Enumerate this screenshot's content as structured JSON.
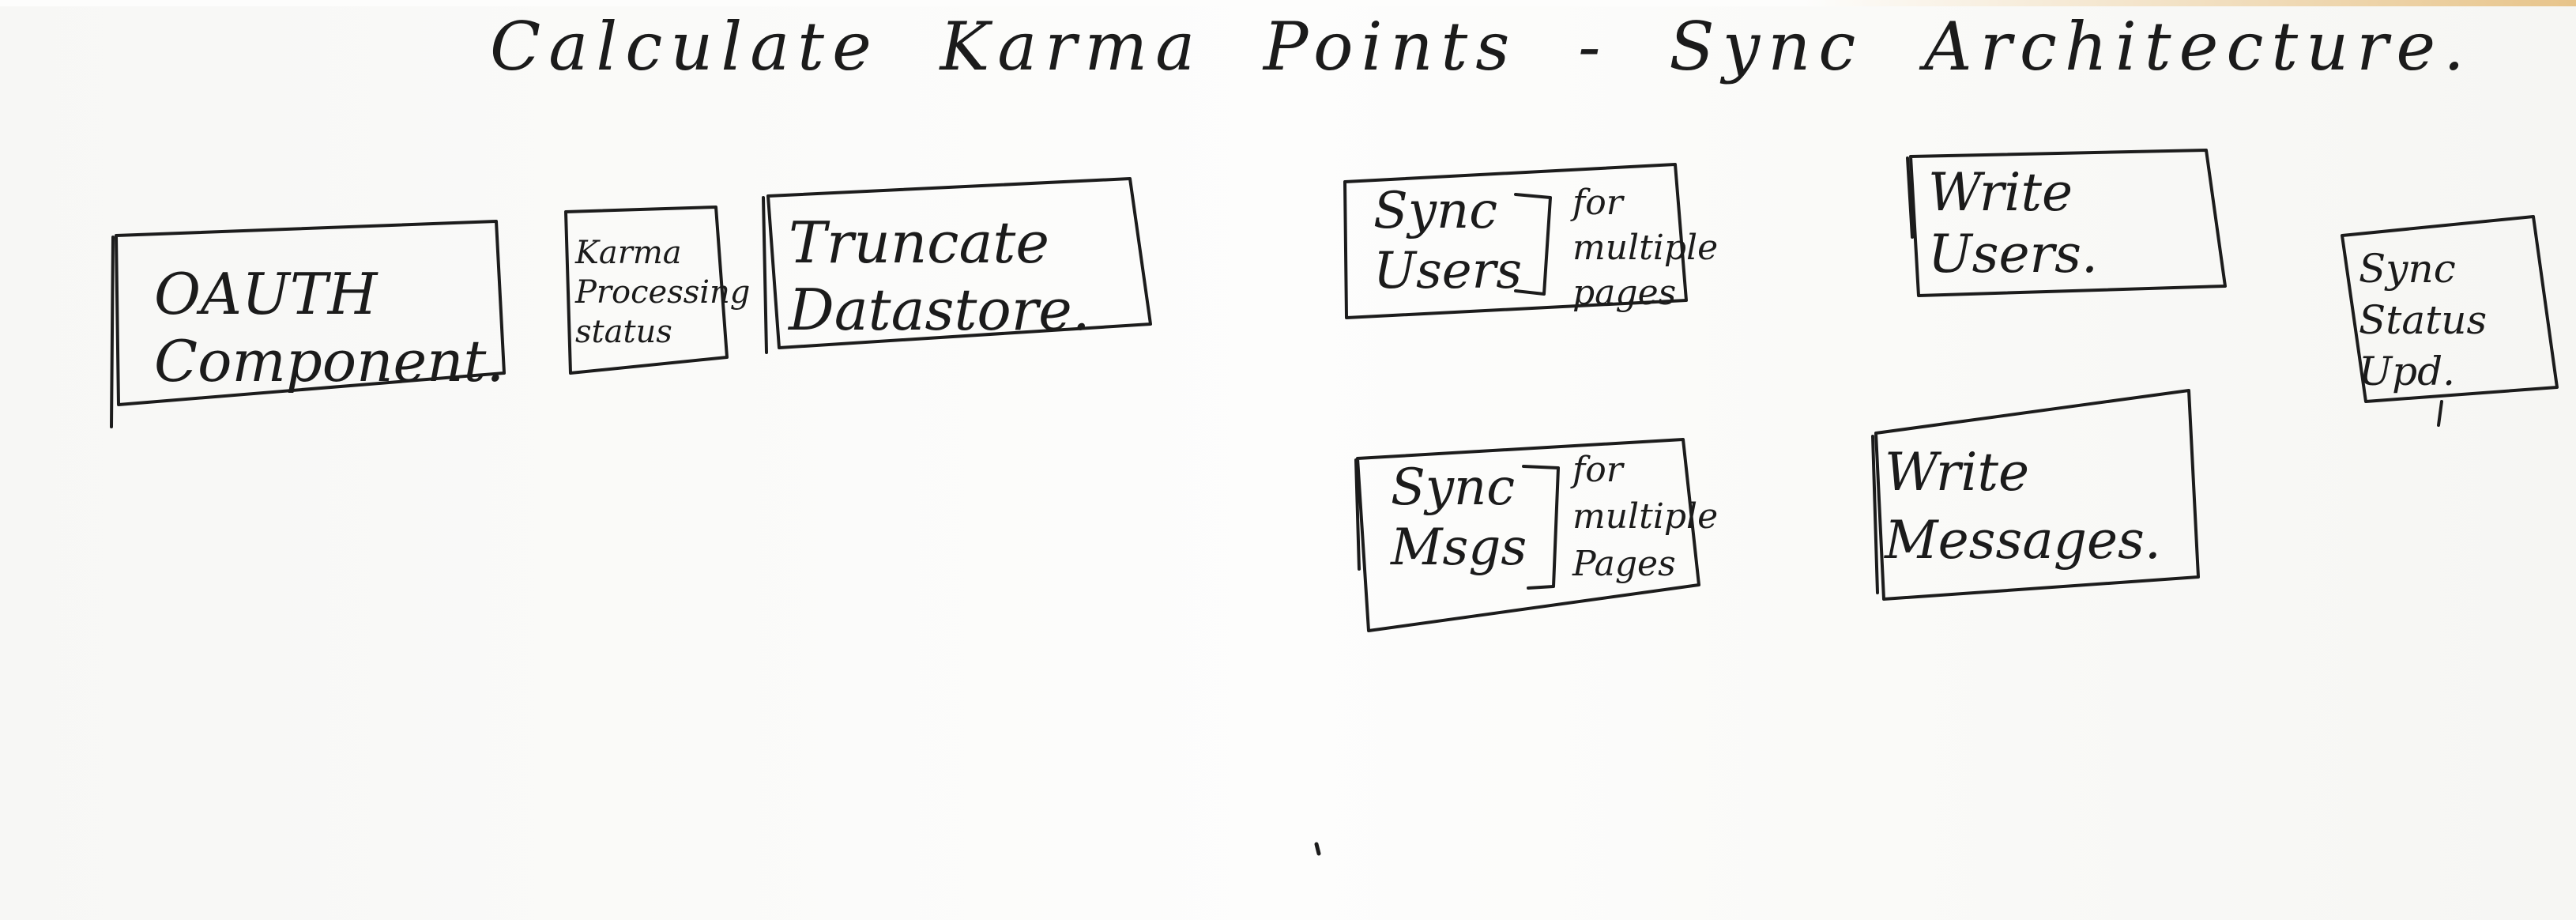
{
  "title": "Calculate Karma Points - Sync Architecture.",
  "components": {
    "oauth": "OAUTH\nComponent.",
    "karma_processing_status": "Karma\nProcessing\nstatus",
    "truncate_datastore": "Truncate\nDatastore.",
    "sync_users": "Sync\nUsers",
    "sync_users_note": "for\nmultiple\npages",
    "write_users": "Write\nUsers.",
    "sync_status": "Sync\nStatus\nUpd.",
    "sync_msgs": "Sync\nMsgs",
    "sync_msgs_note": "for\nmultiple\nPages",
    "write_messages": "Write\nMessages."
  },
  "colors": {
    "ink": "#1c1c1c",
    "paper": "#fbfbfa",
    "edge_tint": "#e7c48a"
  }
}
